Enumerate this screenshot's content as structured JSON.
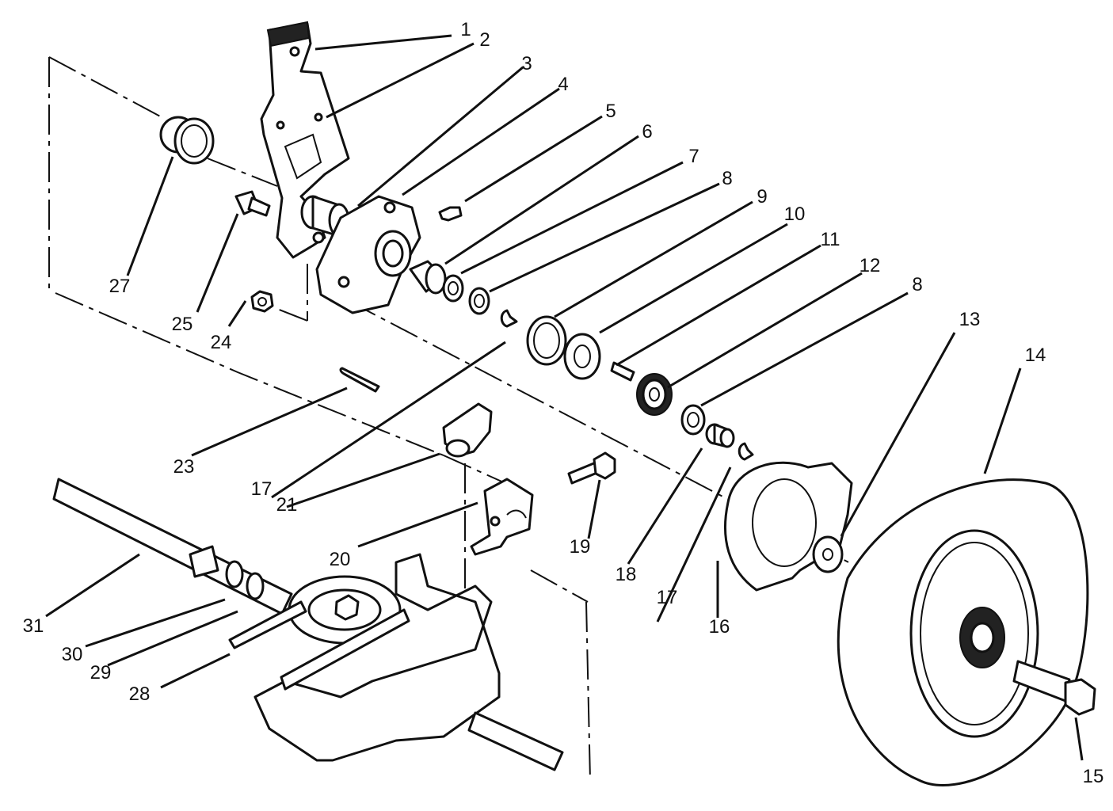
{
  "callouts": [
    {
      "id": "c1",
      "text": "1"
    },
    {
      "id": "c2",
      "text": "2"
    },
    {
      "id": "c3",
      "text": "3"
    },
    {
      "id": "c4",
      "text": "4"
    },
    {
      "id": "c5",
      "text": "5"
    },
    {
      "id": "c6",
      "text": "6"
    },
    {
      "id": "c7",
      "text": "7"
    },
    {
      "id": "c8a",
      "text": "8"
    },
    {
      "id": "c9",
      "text": "9"
    },
    {
      "id": "c10",
      "text": "10"
    },
    {
      "id": "c11",
      "text": "11"
    },
    {
      "id": "c12",
      "text": "12"
    },
    {
      "id": "c8b",
      "text": "8"
    },
    {
      "id": "c13",
      "text": "13"
    },
    {
      "id": "c14",
      "text": "14"
    },
    {
      "id": "c15",
      "text": "15"
    },
    {
      "id": "c16",
      "text": "16"
    },
    {
      "id": "c17a",
      "text": "17"
    },
    {
      "id": "c18",
      "text": "18"
    },
    {
      "id": "c17b",
      "text": "17"
    },
    {
      "id": "c19",
      "text": "19"
    },
    {
      "id": "c20",
      "text": "20"
    },
    {
      "id": "c21",
      "text": "21"
    },
    {
      "id": "c23",
      "text": "23"
    },
    {
      "id": "c24",
      "text": "24"
    },
    {
      "id": "c25",
      "text": "25"
    },
    {
      "id": "c27",
      "text": "27"
    },
    {
      "id": "c28",
      "text": "28"
    },
    {
      "id": "c29",
      "text": "29"
    },
    {
      "id": "c30",
      "text": "30"
    },
    {
      "id": "c31",
      "text": "31"
    }
  ]
}
